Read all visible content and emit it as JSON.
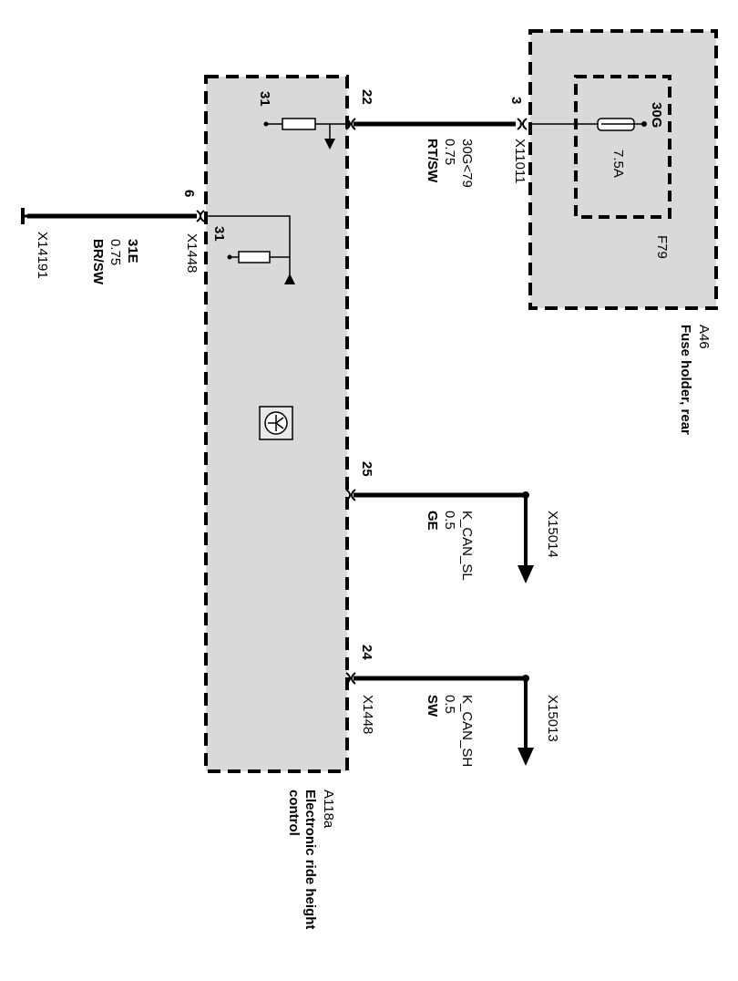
{
  "module_a118a": {
    "id": "A118a",
    "description_line1": "Electronic ride height",
    "description_line2": "control",
    "connector_top": "X1448",
    "connector_bottom": "X1448",
    "internal_ground_upper": "31",
    "internal_ground_lower": "31",
    "icon": "sensor-circle-icon"
  },
  "module_a46": {
    "id": "A46",
    "description": "Fuse holder, rear",
    "fuse_id": "F79",
    "fuse_terminal": "30G",
    "fuse_rating": "7.5A",
    "connector": "X11011",
    "pin": "3"
  },
  "wires": {
    "ground": {
      "pin": "6",
      "signal": "31E",
      "size": "0.75",
      "color": "BR/SW",
      "connector": "X14191"
    },
    "power": {
      "pin": "22",
      "signal": "30G<79",
      "size": "0.75",
      "color": "RT/SW"
    },
    "can_low": {
      "pin": "25",
      "signal": "K_CAN_SL",
      "size": "0.5",
      "color": "GE",
      "connector": "X15014"
    },
    "can_high": {
      "pin": "24",
      "signal": "K_CAN_SH",
      "size": "0.5",
      "color": "SW",
      "connector": "X15013"
    }
  },
  "colors": {
    "line": "#000000",
    "module_fill": "#d9d9d9",
    "background": "#ffffff"
  }
}
